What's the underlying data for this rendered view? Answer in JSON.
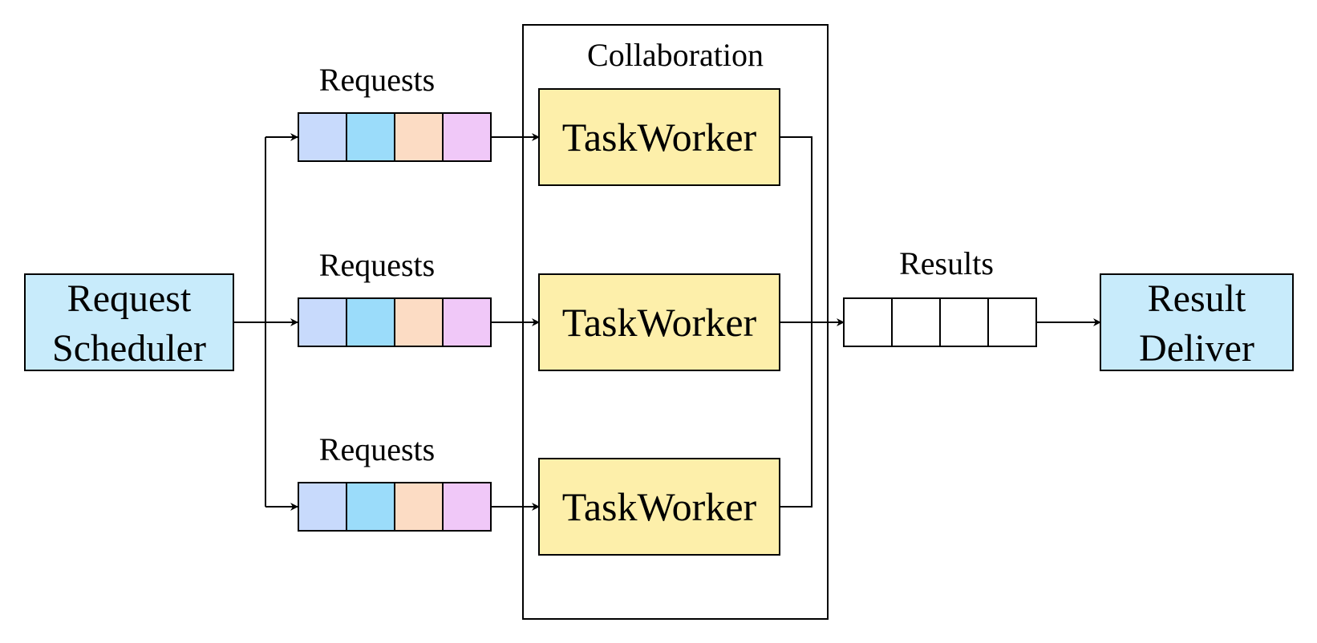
{
  "scheduler": {
    "line1": "Request",
    "line2": "Scheduler"
  },
  "deliver": {
    "line1": "Result",
    "line2": "Deliver"
  },
  "group_label": "Collaboration",
  "queues": [
    {
      "label": "Requests",
      "worker": "TaskWorker"
    },
    {
      "label": "Requests",
      "worker": "TaskWorker"
    },
    {
      "label": "Requests",
      "worker": "TaskWorker"
    }
  ],
  "results_label": "Results",
  "colors": {
    "endpoint_fill": "#c8ebfb",
    "worker_fill": "#fdefaa",
    "request_cells": [
      "#c8dafc",
      "#9bdcfa",
      "#fcdcc4",
      "#f0c8f8"
    ],
    "result_cells": "#ffffff"
  }
}
